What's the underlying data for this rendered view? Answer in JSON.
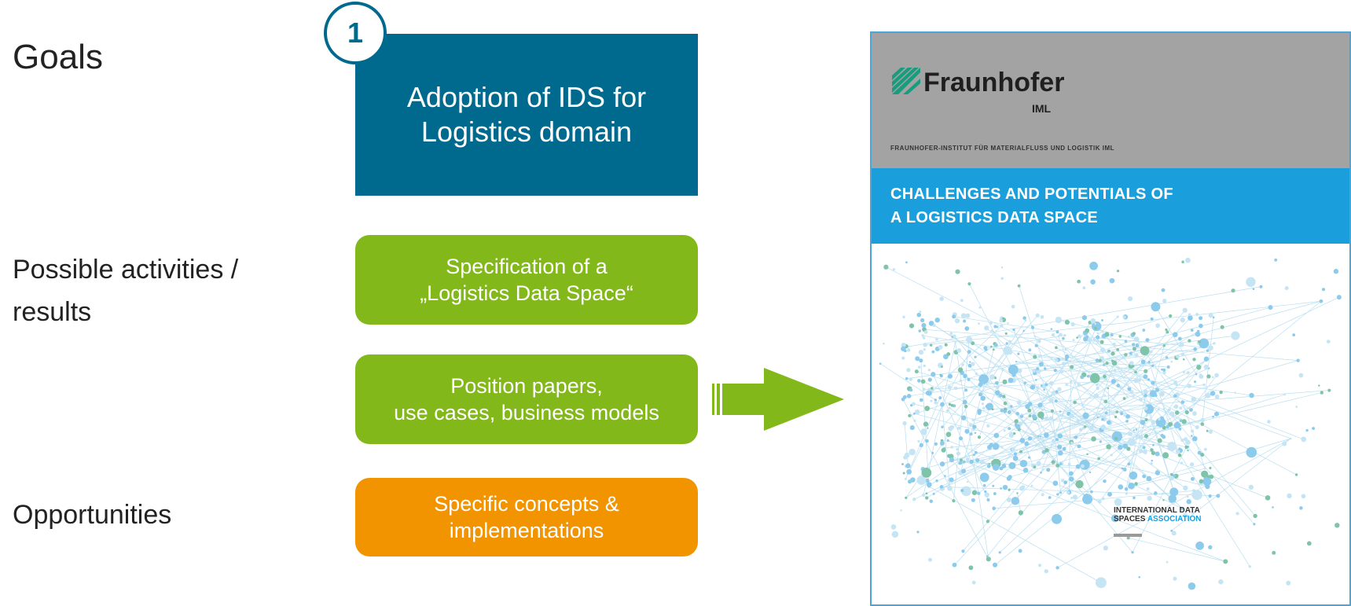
{
  "labels": {
    "goals": "Goals",
    "activities": "Possible activities / results",
    "opportunities": "Opportunities"
  },
  "step": {
    "number": "1"
  },
  "goal_box": {
    "text": "Adoption of IDS for Logistics domain"
  },
  "activities": [
    {
      "line1": "Specification of a",
      "line2": "„Logistics Data Space“"
    },
    {
      "line1": "Position papers,",
      "line2": "use cases, business models"
    }
  ],
  "opportunity": {
    "line1": "Specific concepts &",
    "line2": "implementations"
  },
  "cover": {
    "logo_word": "Fraunhofer",
    "logo_sub": "IML",
    "institute": "FRAUNHOFER-INSTITUT FÜR MATERIALFLUSS UND LOGISTIK IML",
    "title_line1": "CHALLENGES AND POTENTIALS OF",
    "title_line2": "A LOGISTICS DATA SPACE",
    "ids_line1": "INTERNATIONAL DATA",
    "ids_line2_a": "SPACES",
    "ids_line2_b": "ASSOCIATION"
  },
  "colors": {
    "goal_blue": "#006a8e",
    "activity_green": "#82b81a",
    "opportunity_orange": "#f29400",
    "cover_blue": "#1b9fdc",
    "cover_gray": "#a3a3a3"
  },
  "icons": [
    "fraunhofer-logo-icon",
    "right-arrow-icon",
    "network-graphic-icon"
  ]
}
